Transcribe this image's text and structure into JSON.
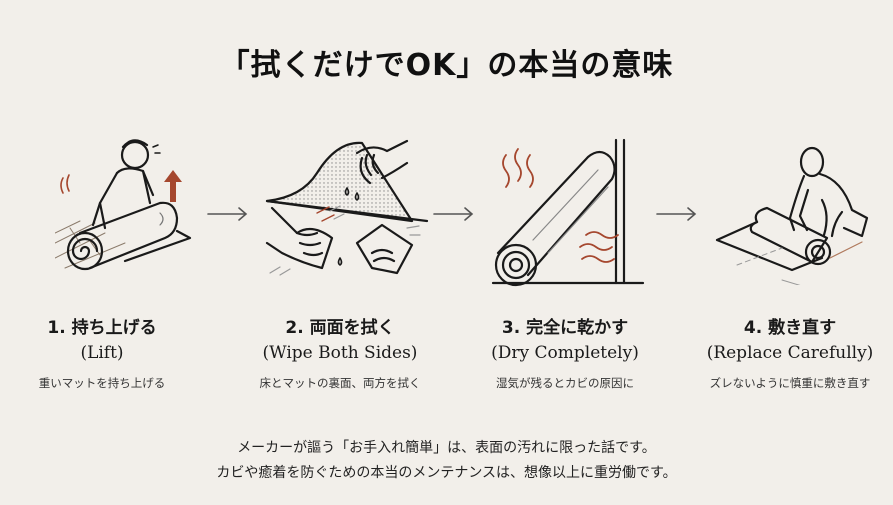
{
  "title": "「拭くだけでOK」の本当の意味",
  "colors": {
    "background": "#f2efea",
    "ink": "#1a1a1a",
    "accent": "#a5472e",
    "arrow": "#555555"
  },
  "steps": [
    {
      "heading": "1. 持ち上げる",
      "english": "(Lift)",
      "description": "重いマットを持ち上げる",
      "icon": "person-lifting-rolled-mat"
    },
    {
      "heading": "2. 両面を拭く",
      "english": "(Wipe Both Sides)",
      "description": "床とマットの裏面、両方を拭く",
      "icon": "hands-wiping-mat-and-floor"
    },
    {
      "heading": "3. 完全に乾かす",
      "english": "(Dry Completely)",
      "description": "湿気が残るとカビの原因に",
      "icon": "rolled-mat-drying-against-wall"
    },
    {
      "heading": "4. 敷き直す",
      "english": "(Replace Carefully)",
      "description": "ズレないように慎重に敷き直す",
      "icon": "person-unrolling-mat"
    }
  ],
  "arrows": [
    "arrow-right",
    "arrow-right",
    "arrow-right"
  ],
  "footer": {
    "line1": "メーカーが謳う「お手入れ簡単」は、表面の汚れに限った話です。",
    "line2": "カビや癒着を防ぐための本当のメンテナンスは、想像以上に重労働です。"
  }
}
